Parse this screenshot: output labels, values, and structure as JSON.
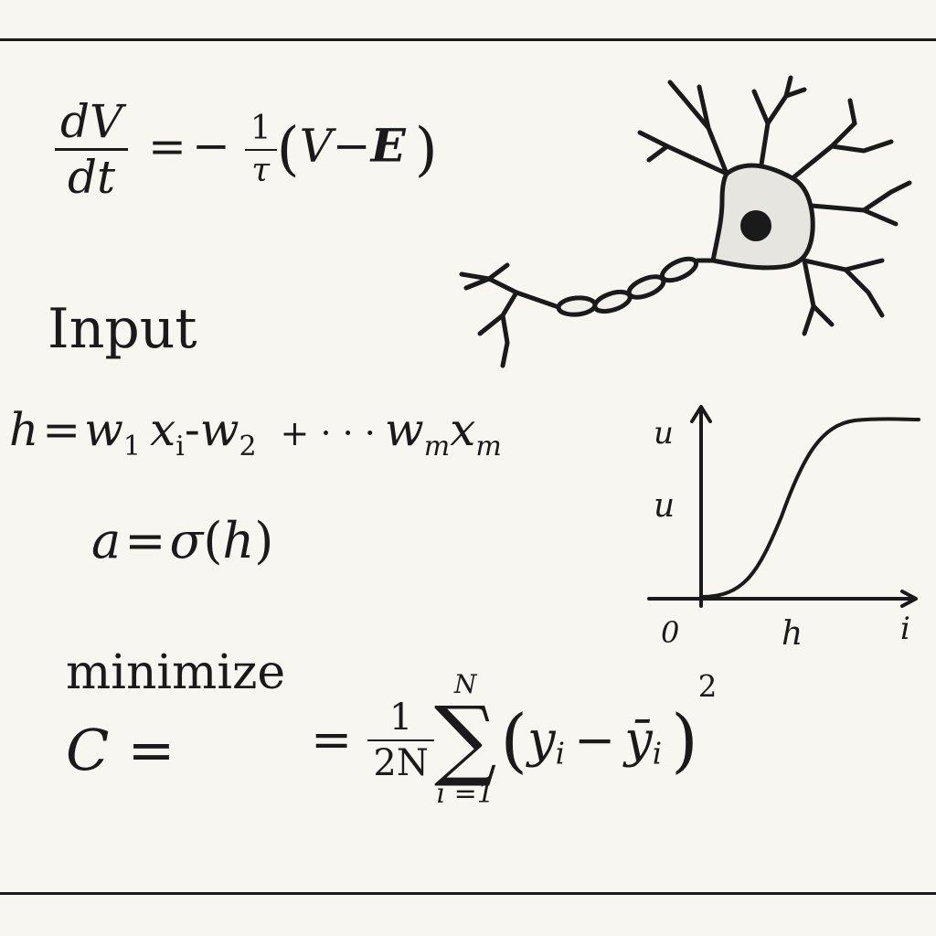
{
  "ode": {
    "lhs_num": "dV",
    "lhs_den": "dt",
    "equals": "=",
    "minus": "−",
    "coef_num": "1",
    "coef_den": "τ",
    "paren_open": "(",
    "V": "V",
    "op": "−",
    "E": "E",
    "paren_close": ")"
  },
  "input_label": "Input",
  "weighted_sum": {
    "h": "h",
    "eq": "=",
    "w1": "w",
    "w1_sub": "1",
    "x1": "x",
    "x1_sub": "i",
    "op1": "-",
    "w2": "w",
    "w2_sub": "2",
    "op2": "+ · · ·",
    "wm": "w",
    "wm_sub": "m",
    "xm": "x",
    "xm_sub": "m"
  },
  "activation": {
    "a": "a",
    "eq": "=",
    "sigma": "σ",
    "open": "(",
    "h": "h",
    "close": ")"
  },
  "graph": {
    "y_axis_top_label": "u",
    "y_axis_mid_label": "u",
    "origin_label": "0",
    "x_axis_label": "h",
    "x_axis_end_label": "i"
  },
  "minimize_label": "minimize",
  "cost": {
    "C": "C",
    "eq1": "=",
    "eq2": "=",
    "coef_num": "1",
    "coef_den": "2N",
    "sum_upper": "N",
    "sum_symbol": "∑",
    "sum_lower": "i =1",
    "open": "(",
    "y": "y",
    "y_sub": "i",
    "minus": "−",
    "ybar": "ȳ",
    "ybar_sub": "i",
    "close": ")",
    "power": "2"
  }
}
